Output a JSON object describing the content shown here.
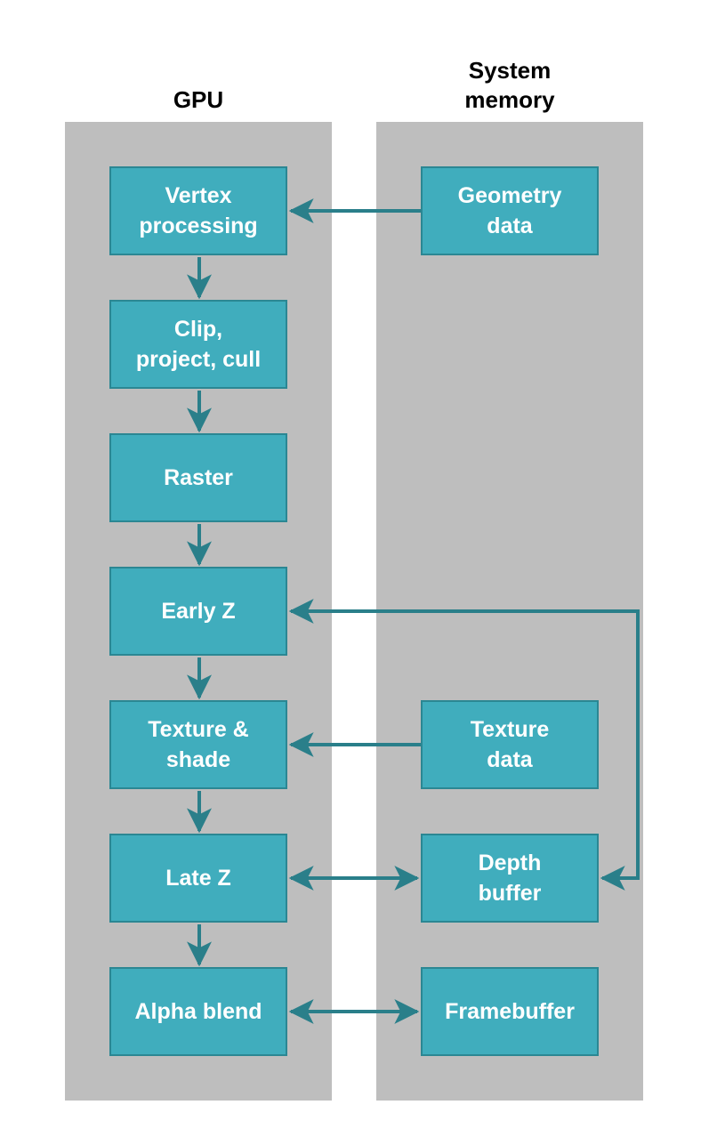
{
  "columns": {
    "gpu": "GPU",
    "memory": "System\nmemory"
  },
  "gpu_stages": [
    "Vertex\nprocessing",
    "Clip,\nproject, cull",
    "Raster",
    "Early Z",
    "Texture &\nshade",
    "Late Z",
    "Alpha blend"
  ],
  "memory_blocks": {
    "geometry": "Geometry\ndata",
    "texture": "Texture\ndata",
    "depth": "Depth\nbuffer",
    "framebuffer": "Framebuffer"
  },
  "colors": {
    "panel": "#bebebe",
    "box_fill": "#40adbd",
    "box_border": "#2b8793",
    "arrow": "#2a7f8a"
  }
}
